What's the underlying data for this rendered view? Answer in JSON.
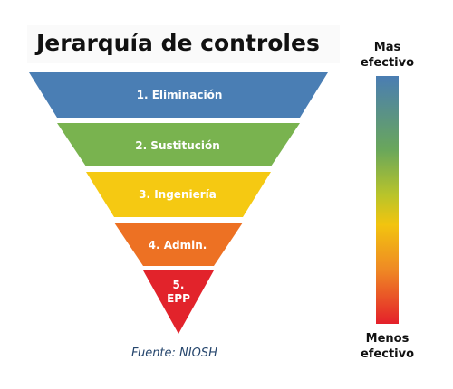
{
  "title": "Jerarquía de controles",
  "source": "Fuente: NIOSH",
  "scale": {
    "top_line1": "Mas",
    "top_line2": "efectivo",
    "bottom_line1": "Menos",
    "bottom_line2": "efectivo"
  },
  "levels": [
    {
      "label": "1. Eliminación",
      "color": "#4a7eb4"
    },
    {
      "label": "2. Sustitución",
      "color": "#79b34f"
    },
    {
      "label": "3. Ingeniería",
      "color": "#f5c912"
    },
    {
      "label": "4. Admin.",
      "color": "#ed7123"
    },
    {
      "label_line1": "5.",
      "label_line2": "EPP",
      "color": "#e2232b"
    }
  ]
}
